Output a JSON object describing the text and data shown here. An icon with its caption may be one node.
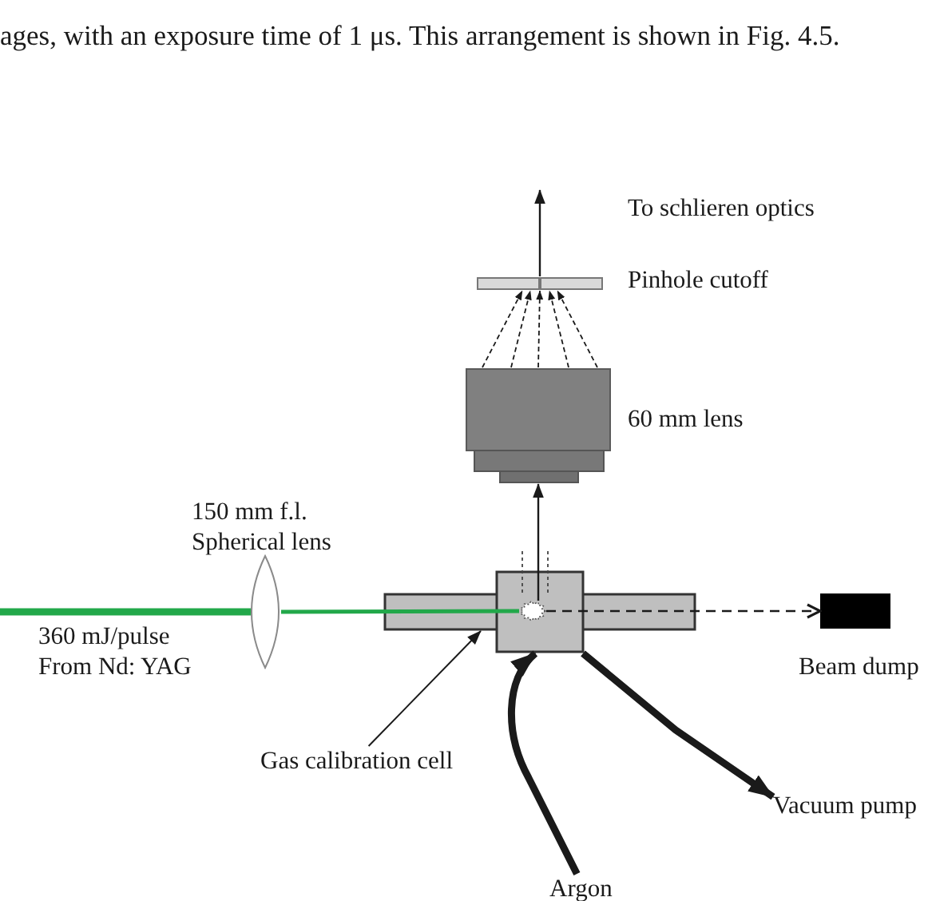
{
  "diagram": {
    "nodes": [
      {
        "text": [
          "Pinhole cutoff"
        ]
      },
      {
        "text": [
          "60 mm lens"
        ]
      },
      {
        "text": [
          "150 mm f.l. Spherical lens"
        ]
      },
      {
        "text": [],
        "shape": "box"
      },
      {
        "text": [],
        "shape": "cloud",
        "in": 3
      },
      {
        "text": [
          "Beam dump"
        ]
      },
      {
        "text": [
          "Gas calibration cell"
        ]
      },
      {
        "text": [
          "Vacuum pump"
        ]
      },
      {
        "text": [
          "Argon"
        ]
      }
    ],
    "edges": [
      {
        "from": 0,
        "to": null,
        "arrow": "to",
        "label": "To schlieren optics"
      },
      {
        "from": 1,
        "to": 0,
        "arrow": "to",
        "style": "dashed"
      },
      {
        "from": 1,
        "to": 0,
        "arrow": "to",
        "style": "dashed"
      },
      {
        "from": 1,
        "to": 0,
        "arrow": "to",
        "style": "dashed"
      },
      {
        "from": 1,
        "to": 0,
        "arrow": "to",
        "style": "dashed"
      },
      {
        "from": 1,
        "to": 0,
        "arrow": "to",
        "style": "dashed"
      },
      {
        "from": 4,
        "to": 1,
        "arrow": "to"
      },
      {
        "from": null,
        "to": 2,
        "arrow": "none",
        "label": "360 mJ/pulse From Nd: YAG",
        "style": "thick",
        "color": "#22a84a"
      },
      {
        "from": 2,
        "to": 4,
        "arrow": "none",
        "color": "#22a84a"
      },
      {
        "from": 4,
        "to": 5,
        "arrow": "to",
        "style": "dashed"
      },
      {
        "from": 6,
        "to": 3,
        "arrow": "to"
      },
      {
        "from": 8,
        "to": 3,
        "arrow": "to",
        "style": "thick"
      },
      {
        "from": 3,
        "to": 7,
        "arrow": "to",
        "style": "thick"
      }
    ],
    "labels": [
      "ages, with an exposure time of 1 μs. This arrangement is shown in Fig. 4.5."
    ]
  }
}
